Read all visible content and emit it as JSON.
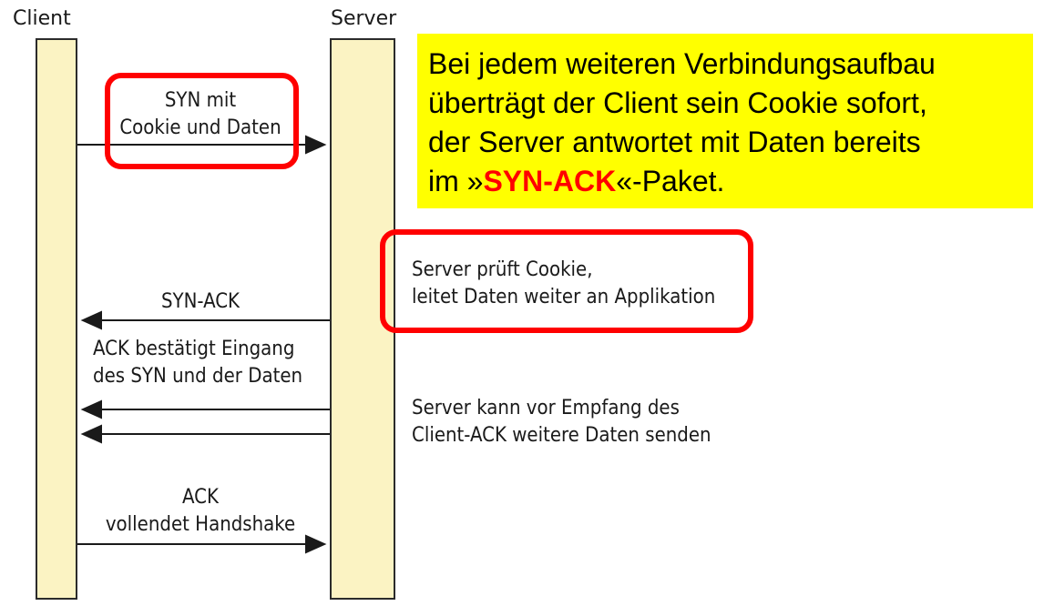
{
  "columns": {
    "client": "Client",
    "server": "Server"
  },
  "messages": {
    "syn_line1": "SYN mit",
    "syn_line2": "Cookie und Daten",
    "synack": "SYN-ACK",
    "ack_data_line1": "ACK bestätigt Eingang",
    "ack_data_line2": "des SYN und der Daten",
    "ack_line1": "ACK",
    "ack_line2": "vollendet Handshake"
  },
  "server_notes": {
    "check_line1": "Server prüft Cookie,",
    "check_line2": "leitet Daten weiter an Applikation",
    "send_line1": "Server kann vor Empfang des",
    "send_line2": "Client-ACK weitere Daten senden"
  },
  "callout": {
    "line1": "Bei jedem weiteren Verbindungsaufbau",
    "line2": "überträgt der Client sein Cookie sofort,",
    "line3": "der Server antwortet mit Daten bereits",
    "line4_prefix": "im »",
    "line4_highlight": "SYN-ACK",
    "line4_suffix": "«-Paket."
  },
  "colors": {
    "lifeline": "#fbf3c3",
    "highlight_box": "#ff0000",
    "callout_bg": "#ffff00"
  }
}
